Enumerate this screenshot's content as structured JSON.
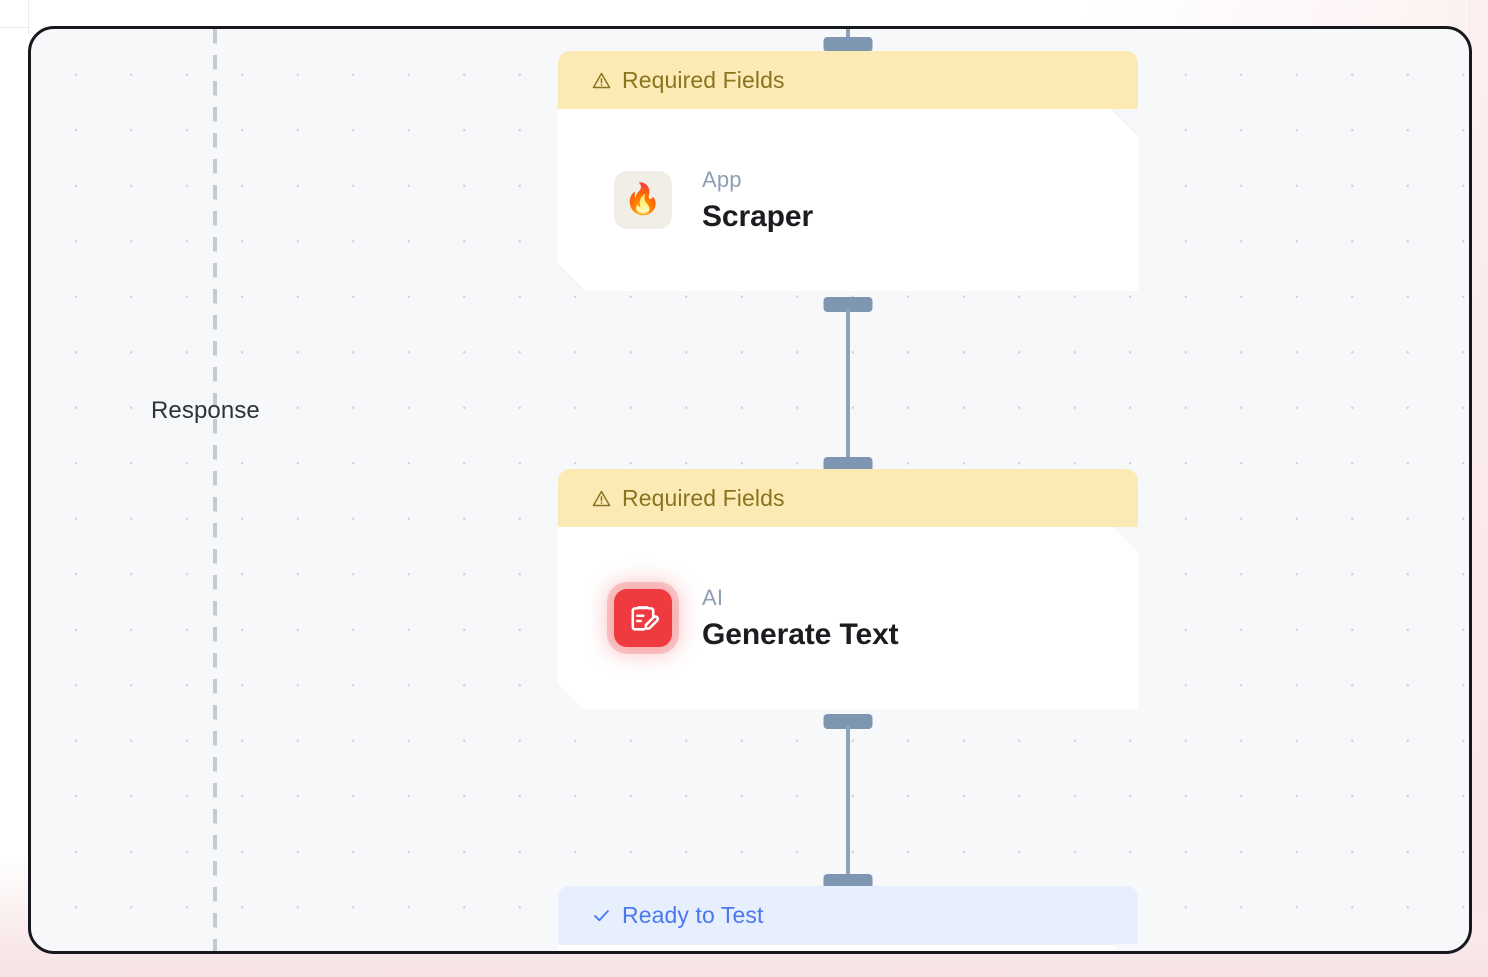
{
  "canvas": {
    "lane_label": "Response",
    "background_color": "#f7f8fa",
    "frame_border_color": "#16181d",
    "grid_dot_color": "#c9cdd4",
    "divider_color": "#c6cad0"
  },
  "nodes": [
    {
      "id": "scraper",
      "banner": {
        "status": "warning",
        "icon": "warning-triangle-icon",
        "label": "Required Fields",
        "bg": "#fbeab4",
        "fg": "#8a7420"
      },
      "icon": {
        "name": "flame-icon",
        "glyph": "🔥",
        "tile_bg": "#f1ede7"
      },
      "kicker": "App",
      "title": "Scraper",
      "selected": true
    },
    {
      "id": "generate-text",
      "banner": {
        "status": "warning",
        "icon": "warning-triangle-icon",
        "label": "Required Fields",
        "bg": "#fbeab4",
        "fg": "#8a7420"
      },
      "icon": {
        "name": "clipboard-pencil-icon",
        "glyph": "",
        "tile_bg": "#ef3b3f"
      },
      "kicker": "AI",
      "title": "Generate Text",
      "selected": false
    },
    {
      "id": "ready-node",
      "banner": {
        "status": "ready",
        "icon": "check-icon",
        "label": "Ready to Test",
        "bg": "#e7eefc",
        "fg": "#4a78f0"
      },
      "icon": {
        "name": "",
        "glyph": "",
        "tile_bg": ""
      },
      "kicker": "",
      "title": "",
      "selected": false
    }
  ],
  "connectors": {
    "handle_color": "#7f96b2",
    "line_color": "#8ea3bb"
  }
}
